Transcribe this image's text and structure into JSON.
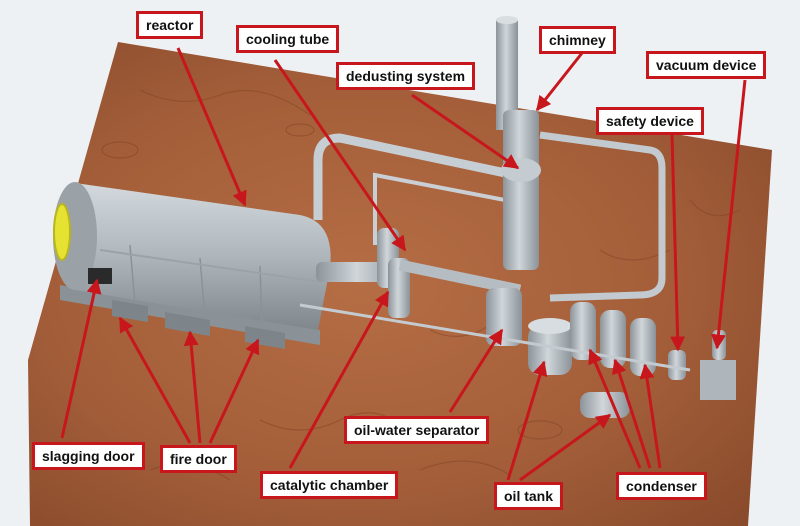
{
  "labels": {
    "reactor": "reactor",
    "cooling_tube": "cooling tube",
    "chimney": "chimney",
    "dedusting_system": "dedusting system",
    "vacuum_device": "vacuum device",
    "safety_device": "safety device",
    "oil_water_separator": "oil-water separator",
    "slagging_door": "slagging door",
    "fire_door": "fire door",
    "catalytic_chamber": "catalytic chamber",
    "oil_tank": "oil tank",
    "condenser": "condenser"
  },
  "colors": {
    "arrow": "#c8161d",
    "label_border": "#c8161d",
    "ground": "#a8623c",
    "machine": "#b9c1c7"
  }
}
